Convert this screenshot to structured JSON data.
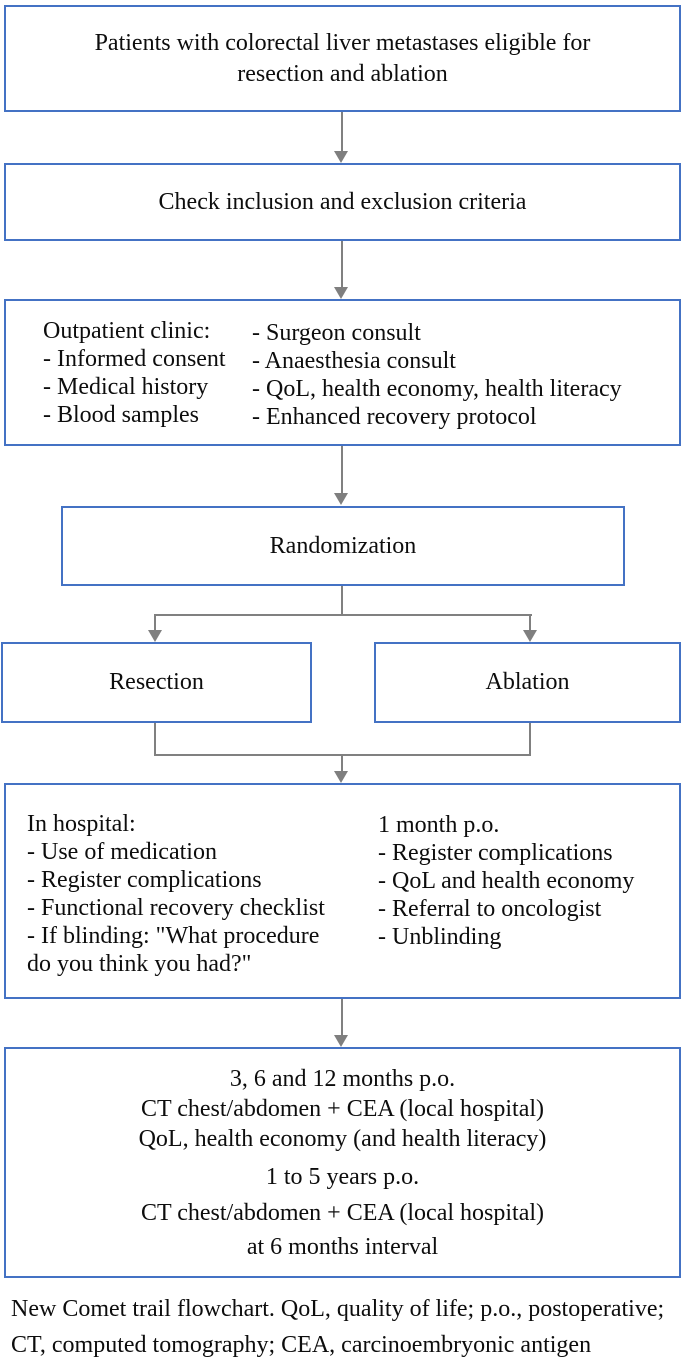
{
  "colors": {
    "box_border": "#4472C4",
    "connector": "#808080",
    "text": "#0d0d0d",
    "background": "#ffffff"
  },
  "boxes": {
    "eligibility": {
      "line1": "Patients with colorectal liver metastases eligible for",
      "line2": "resection and ablation"
    },
    "criteria": {
      "text": "Check inclusion and exclusion criteria"
    },
    "outpatient": {
      "left": [
        "Outpatient clinic:",
        "- Informed consent",
        "- Medical history",
        "- Blood samples"
      ],
      "right": [
        "- Surgeon consult",
        "- Anaesthesia consult",
        "- QoL, health economy, health literacy",
        "- Enhanced recovery protocol"
      ]
    },
    "randomization": {
      "text": "Randomization"
    },
    "resection": {
      "text": "Resection"
    },
    "ablation": {
      "text": "Ablation"
    },
    "hospital": {
      "left": [
        "In hospital:",
        "- Use of medication",
        "- Register complications",
        "- Functional recovery checklist",
        "- If blinding: \"What procedure",
        "do you think you had?\""
      ],
      "right": [
        "1 month p.o.",
        "- Register complications",
        "- QoL and health economy",
        "- Referral to oncologist",
        "- Unblinding"
      ]
    },
    "followup": {
      "lines": [
        "3, 6 and 12 months p.o.",
        "CT chest/abdomen + CEA (local hospital)",
        "QoL, health economy (and health literacy)",
        "1 to 5 years p.o.",
        "CT chest/abdomen + CEA (local hospital)",
        "at 6 months interval"
      ]
    }
  },
  "caption": {
    "line1": "New Comet trail flowchart. QoL, quality of life; p.o., postoperative;",
    "line2": "CT, computed tomography; CEA, carcinoembryonic antigen"
  }
}
